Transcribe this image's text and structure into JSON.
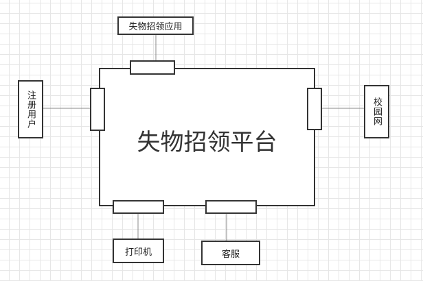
{
  "diagram": {
    "main": "失物招领平台",
    "top": "失物招领应用",
    "left": "注册用户",
    "right": "校园网",
    "bottom_left": "打印机",
    "bottom_right": "客服"
  }
}
